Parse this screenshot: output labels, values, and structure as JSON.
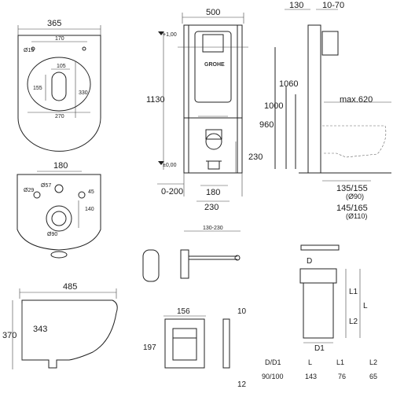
{
  "toilet_top": {
    "width": "365",
    "hole_spacing": "170",
    "hole_dia": "Ø15",
    "seat_inner": "105",
    "bowl_depth": "155",
    "length": "330",
    "bowl_width": "270"
  },
  "toilet_bottom": {
    "spacing": "180",
    "hole_a": "Ø29",
    "hole_b": "Ø57",
    "offset": "45",
    "depth": "140",
    "outlet": "Ø90"
  },
  "toilet_side": {
    "length": "485",
    "height_inner": "343",
    "height_outer": "370"
  },
  "frame_front": {
    "width": "500",
    "ref_top": "+1,00",
    "ref_zero": "±0,00",
    "height": "1130",
    "outlet_height": "230",
    "pipe_spacing": "180",
    "pipe_width": "230",
    "adjust": "0-200",
    "brand": "GROHE"
  },
  "frame_side": {
    "depth": "130",
    "wall_adjust": "10-70",
    "h_1060": "1060",
    "h_1000": "1000",
    "h_960": "960",
    "max": "max.620",
    "pipe_a": "135/155",
    "pipe_a_dia": "(Ø90)",
    "pipe_b": "145/165",
    "pipe_b_dia": "(Ø110)"
  },
  "flush_bracket": {
    "range": "130-230"
  },
  "flush_plate": {
    "width": "156",
    "height": "197",
    "depth_top": "10",
    "depth_bottom": "12"
  },
  "connector": {
    "d_label": "D",
    "l1": "L1",
    "l2": "L2",
    "l_total": "L",
    "d1": "D1"
  },
  "spec_table": {
    "headers": [
      "D/D1",
      "L",
      "L1",
      "L2"
    ],
    "rows": [
      [
        "90/100",
        "143",
        "76",
        "65"
      ]
    ]
  }
}
